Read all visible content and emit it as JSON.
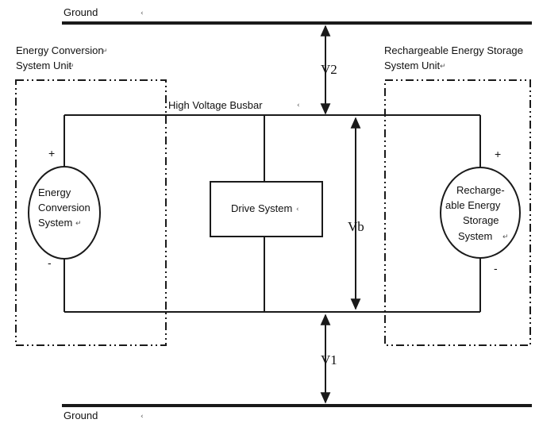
{
  "ground_top": {
    "label": "Ground"
  },
  "ground_bottom": {
    "label": "Ground"
  },
  "energy_conversion_unit": {
    "line1": "Energy Conversion",
    "line2": "System Unit"
  },
  "energy_storage_unit": {
    "line1": "Rechargeable Energy Storage",
    "line2": "System Unit"
  },
  "busbar": {
    "label": "High Voltage Busbar"
  },
  "energy_conversion_source": {
    "line1": "Energy",
    "line2": "Conversion",
    "line3": "System",
    "plus": "+",
    "minus": "-"
  },
  "energy_storage_source": {
    "line1": "Recharge-",
    "line2": "able Energy",
    "line3": "Storage",
    "line4": "System",
    "plus": "+",
    "minus": "-"
  },
  "drive_system": {
    "label": "Drive System"
  },
  "voltages": {
    "v2": "V2",
    "vb": "Vb",
    "v1": "V1"
  },
  "marks": {
    "return": "↵",
    "tick": "‹"
  }
}
